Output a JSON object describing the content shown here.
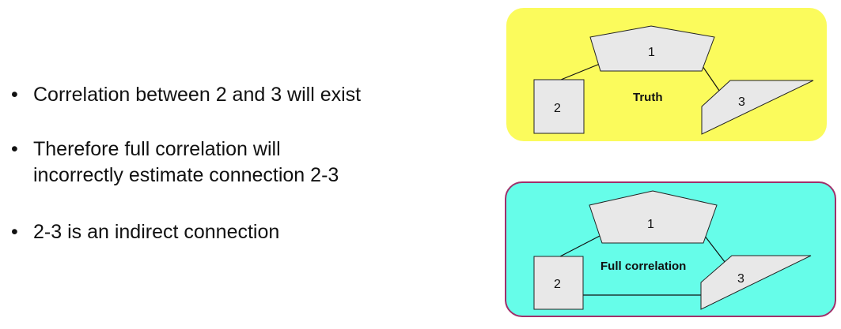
{
  "bullets": [
    {
      "marker": "•",
      "text": "Correlation between 2 and 3 will exist"
    },
    {
      "marker": "•",
      "text": "Therefore full correlation will\nincorrectly estimate connection 2-3"
    },
    {
      "marker": "•",
      "text": "2-3 is an indirect connection"
    }
  ],
  "diagrams": {
    "truth": {
      "title": "Truth",
      "background": "#fbfb5c",
      "nodes": {
        "n1": "1",
        "n2": "2",
        "n3": "3"
      },
      "edges": [
        [
          "1",
          "2"
        ],
        [
          "1",
          "3"
        ]
      ]
    },
    "full": {
      "title": "Full correlation",
      "background": "#66fde9",
      "border": "#a0306a",
      "nodes": {
        "n1": "1",
        "n2": "2",
        "n3": "3"
      },
      "edges": [
        [
          "1",
          "2"
        ],
        [
          "1",
          "3"
        ],
        [
          "2",
          "3"
        ]
      ]
    }
  }
}
